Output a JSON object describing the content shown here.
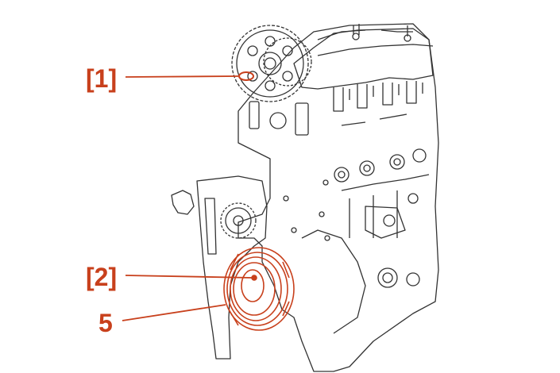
{
  "diagram": {
    "callouts": [
      {
        "label": "[1]",
        "target": "timing-mark-camshaft-sprocket"
      },
      {
        "label": "[2]",
        "target": "timing-mark-crankshaft-pulley"
      },
      {
        "label": "5",
        "target": "crankshaft-pulley"
      }
    ],
    "colors": {
      "accent": "#c8401c",
      "line": "#333333",
      "background": "#ffffff"
    }
  }
}
